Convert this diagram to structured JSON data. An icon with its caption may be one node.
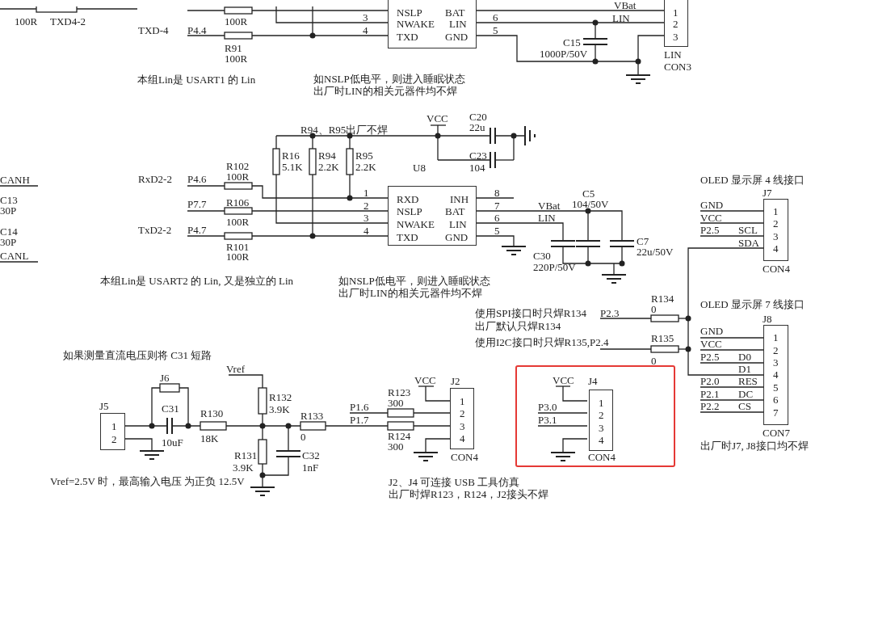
{
  "diagram": {
    "nodes": [
      {
        "text": [
          "NSLP",
          "NWAKE",
          "TXD",
          "BAT",
          "LIN",
          "GND"
        ]
      },
      {
        "text": [
          "1",
          "2",
          "3"
        ],
        "beside": [
          "LIN",
          "CON3"
        ]
      },
      {
        "text": [
          "RXD",
          "INH",
          "NSLP",
          "BAT",
          "NWAKE",
          "LIN",
          "TXD",
          "GND"
        ],
        "beside": [
          "U8"
        ]
      },
      {
        "text": [
          "1",
          "2",
          "3",
          "4"
        ],
        "beside": [
          "J7",
          "CON4"
        ]
      },
      {
        "text": [
          "1",
          "2",
          "3",
          "4",
          "5",
          "6",
          "7"
        ],
        "beside": [
          "J8",
          "CON7"
        ]
      },
      {
        "text": [],
        "shape": "box"
      },
      {
        "text": [
          "1",
          "2",
          "3",
          "4"
        ],
        "beside": [
          "J4",
          "CON4"
        ],
        "in": 5
      },
      {
        "text": [
          "1",
          "2",
          "3",
          "4"
        ],
        "beside": [
          "J2",
          "CON4"
        ]
      },
      {
        "text": [
          "1",
          "2"
        ],
        "beside": [
          "J5"
        ]
      }
    ],
    "edges": [
      {
        "from": 0,
        "to": 1,
        "arrow": "none"
      },
      {
        "from": 0,
        "to": 1,
        "arrow": "none"
      },
      {
        "from": 0,
        "to": 1,
        "arrow": "none"
      },
      {
        "from": 3,
        "to": 4,
        "arrow": "none"
      }
    ],
    "labels": [
      "100R",
      "TXD4-2",
      "100R",
      "3",
      "4",
      "6",
      "5",
      "VBat",
      "LIN",
      "TXD-4",
      "P4.4",
      "C15",
      "1000P/50V",
      "R91",
      "100R",
      "本组Lin是 USART1 的  Lin",
      "如NSLP低电平，则进入睡眠状态",
      "出厂时LIN的相关元器件均不焊",
      "VCC",
      "C20",
      "22u",
      "R94、R95出厂不焊",
      "R16",
      "5.1K",
      "R94",
      "2.2K",
      "R95",
      "2.2K",
      "C23",
      "104",
      "CANH",
      "RxD2-2",
      "P4.6",
      "R102",
      "100R",
      "C13",
      "30P",
      "P7.7",
      "R106",
      "100R",
      "C14",
      "30P",
      "TxD2-2",
      "P4.7",
      "R101",
      "CANL",
      "100R",
      "1",
      "2",
      "3",
      "4",
      "8",
      "7",
      "6",
      "5",
      "C5",
      "VBat",
      "104/50V",
      "LIN",
      "C7",
      "22u/50V",
      "C30",
      "220P/50V",
      "本组Lin是 USART2 的  Lin, 又是独立的 Lin",
      "如NSLP低电平，则进入睡眠状态",
      "出厂时LIN的相关元器件均不焊",
      "OLED 显示屏 4 线接口",
      "GND",
      "VCC",
      "P2.5",
      "SCL",
      "SDA",
      "OLED 显示屏 7 线接口",
      "R134",
      "0",
      "使用SPI接口时只焊R134",
      "P2.3",
      "出厂默认只焊R134",
      "使用I2C接口时只焊R135,P2.4",
      "R135",
      "GND",
      "VCC",
      "P2.5",
      "D0",
      "0",
      "D1",
      "P2.0",
      "RES",
      "P2.1",
      "DC",
      "P2.2",
      "CS",
      "出厂时J7, J8接口均不焊",
      "如果测量直流电压则将 C31 短路",
      "Vref",
      "J6",
      "VCC",
      "VCC",
      "R132",
      "R123",
      "C31",
      "R130",
      "3.9K",
      "P1.6",
      "300",
      "P3.0",
      "R133",
      "P1.7",
      "P3.1",
      "10uF",
      "18K",
      "0",
      "R124",
      "300",
      "R131",
      "C32",
      "3.9K",
      "1nF",
      "Vref=2.5V 时，最高输入电压 为正负 12.5V",
      "J2、J4 可连接 USB 工具仿真",
      "出厂时焊R123，R124，J2接头不焊"
    ]
  }
}
